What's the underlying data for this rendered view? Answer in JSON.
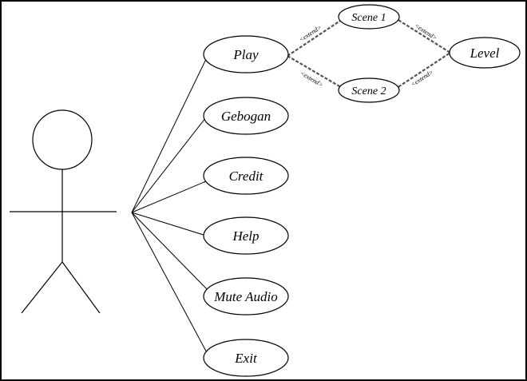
{
  "use_cases": {
    "play": "Play",
    "gebogan": "Gebogan",
    "credit": "Credit",
    "help": "Help",
    "mute_audio": "Mute Audio",
    "exit": "Exit",
    "scene1": "Scene 1",
    "scene2": "Scene 2",
    "level": "Level"
  },
  "relations": {
    "extend_label": "<extend>"
  }
}
